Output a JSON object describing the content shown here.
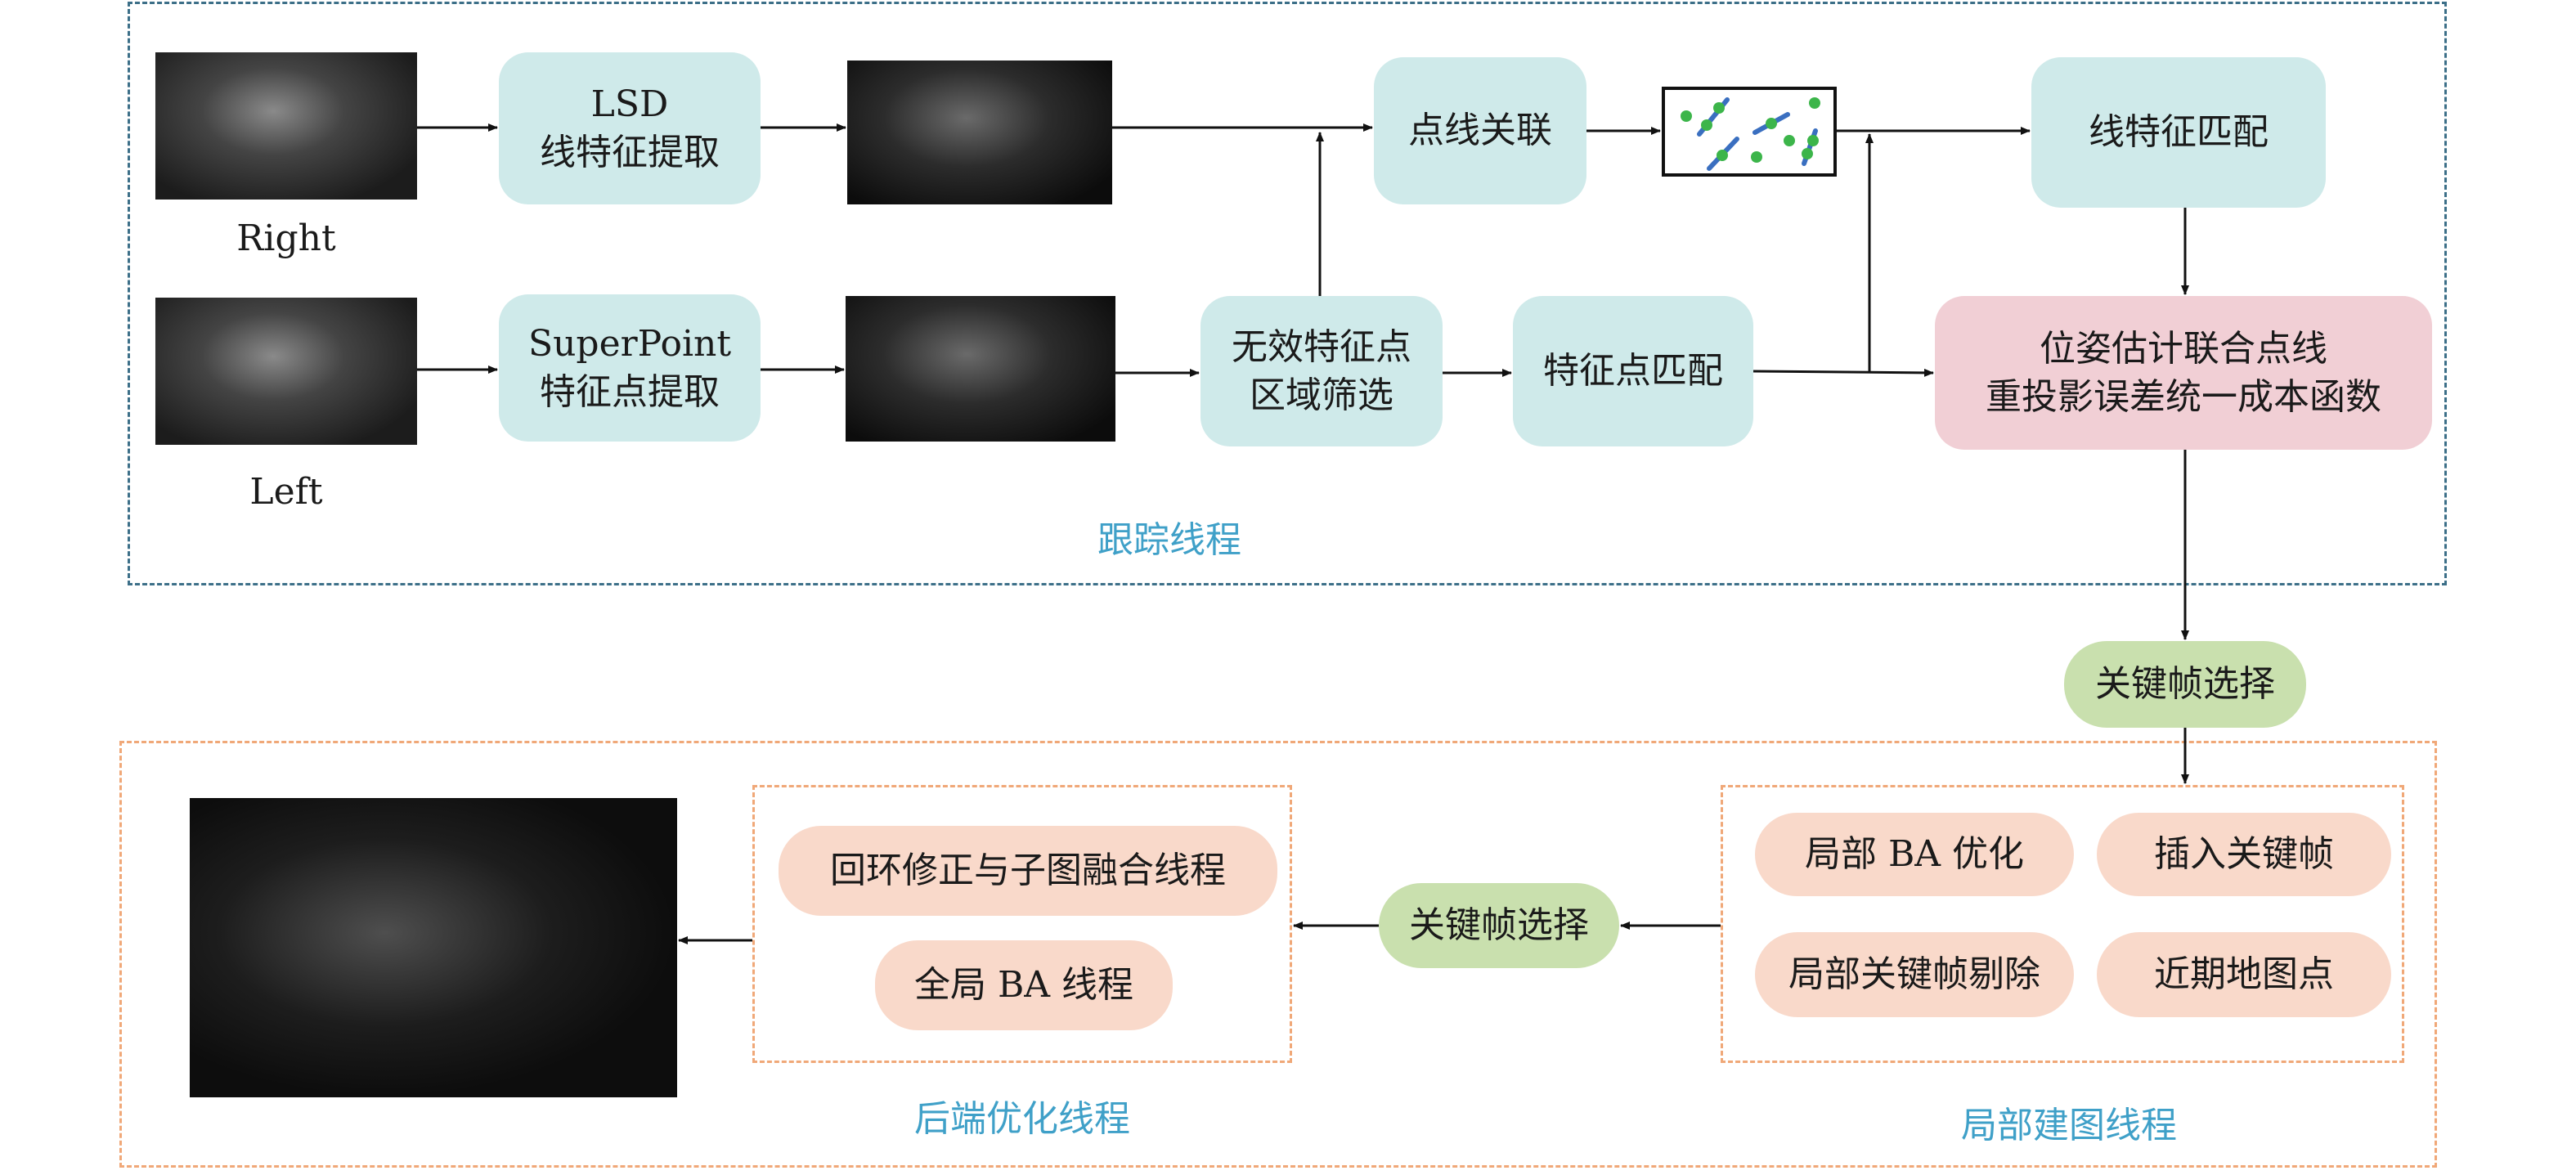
{
  "tracking": {
    "label": "跟踪线程",
    "right_label": "Right",
    "left_label": "Left",
    "lsd": [
      "LSD",
      "线特征提取"
    ],
    "superpoint": [
      "SuperPoint",
      "特征点提取"
    ],
    "point_line_assoc": "点线关联",
    "line_match": "线特征匹配",
    "invalid_filter": [
      "无效特征点",
      "区域筛选"
    ],
    "point_match": "特征点匹配",
    "pose_estimation": [
      "位姿估计联合点线",
      "重投影误差统一成本函数"
    ]
  },
  "keyframe_select_1": "关键帧选择",
  "local_mapping": {
    "label": "局部建图线程",
    "items": [
      "局部 BA 优化",
      "插入关键帧",
      "局部关键帧剔除",
      "近期地图点"
    ]
  },
  "keyframe_select_2": "关键帧选择",
  "backend": {
    "label": "后端优化线程",
    "items": [
      "回环修正与子图融合线程",
      "全局 BA 线程"
    ]
  },
  "colors": {
    "teal": "#cfeaea",
    "pink": "#f1cfd5",
    "green": "#c9e0ae",
    "peach": "#f9d9ca",
    "tracking_border": "#3c6f88",
    "backend_border": "#f0a878",
    "label_blue": "#3fa0c8"
  }
}
